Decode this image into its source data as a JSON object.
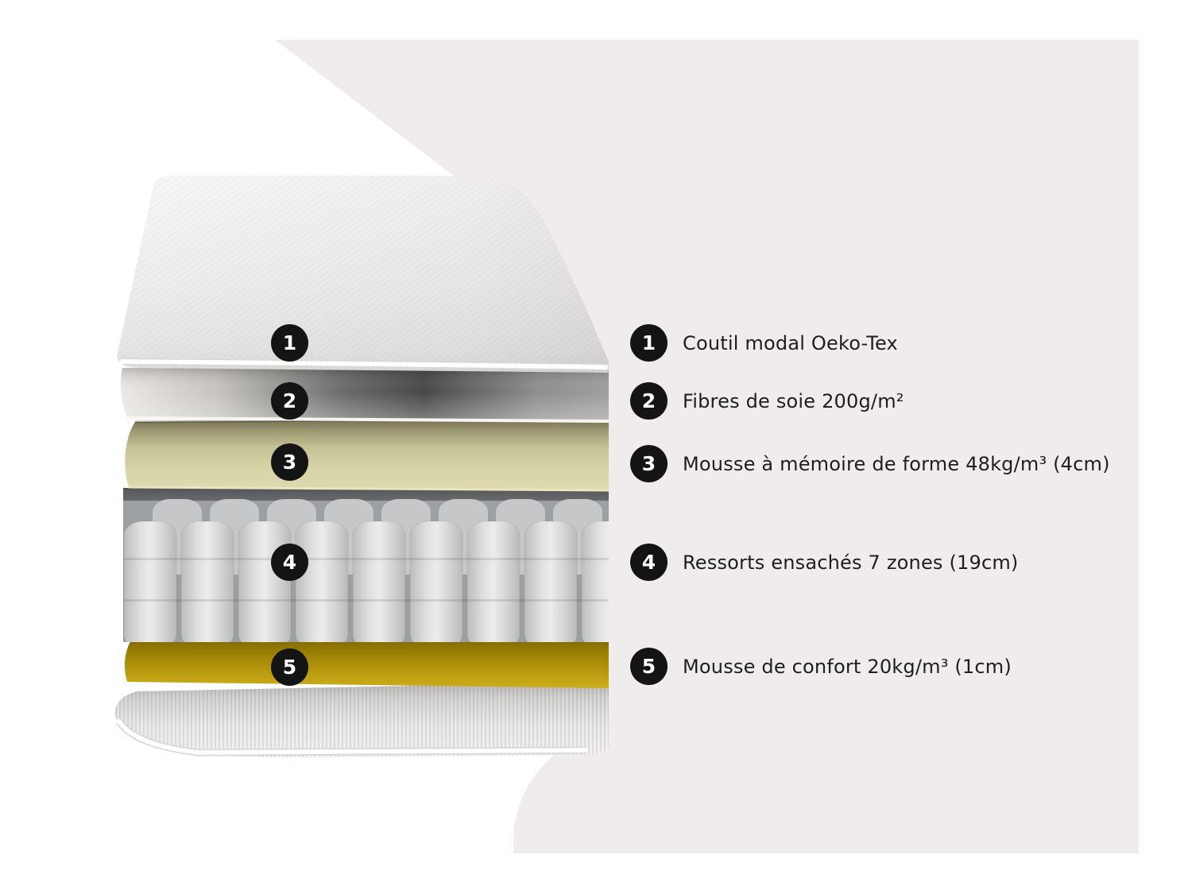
{
  "colors": {
    "page_background": "#ffffff",
    "panel_background": "#f0eceb",
    "badge_background": "#141414",
    "badge_text": "#ffffff",
    "label_text": "#1e1e1e",
    "cover_fabric": "#efeeec",
    "silk_fiber_sheet": "#f6f5f2",
    "memory_foam": "#d6d3a7",
    "pocket_springs": "#d9d9d9",
    "comfort_foam": "#b6990c",
    "base_fabric": "#e9e8e6"
  },
  "legend": {
    "rows": [
      {
        "num": "1",
        "label": "Coutil modal Oeko-Tex"
      },
      {
        "num": "2",
        "label": "Fibres de soie 200g/m²"
      },
      {
        "num": "3",
        "label": "Mousse à mémoire de forme 48kg/m³ (4cm)"
      },
      {
        "num": "4",
        "label": "Ressorts ensachés 7 zones (19cm)"
      },
      {
        "num": "5",
        "label": "Mousse de confort 20kg/m³ (1cm)"
      }
    ]
  }
}
